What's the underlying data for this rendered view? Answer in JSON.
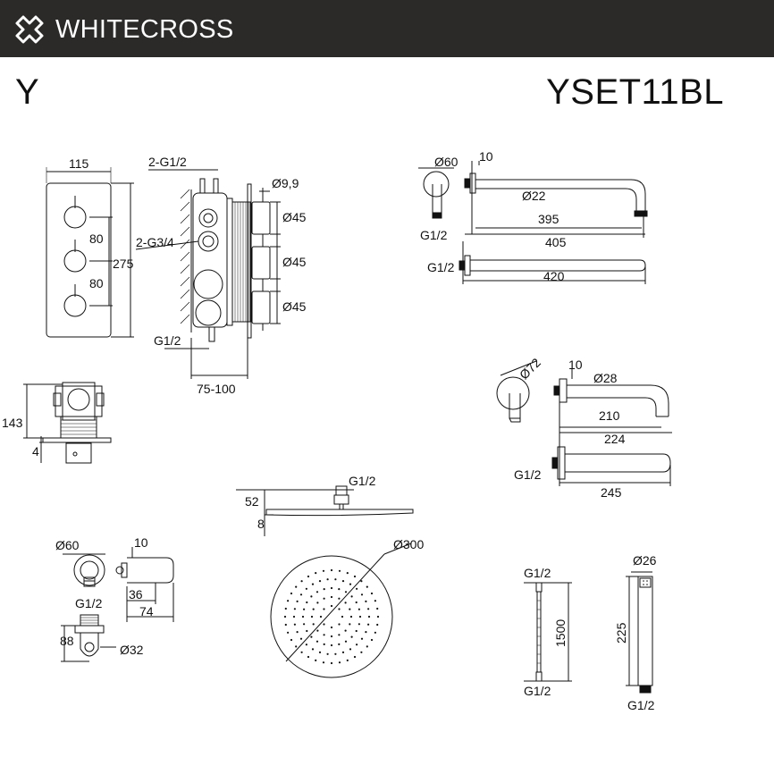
{
  "header": {
    "brand": "WHITECROSS",
    "logo_icon": "whitecross-logo-icon",
    "background": "#2b2a29"
  },
  "series_label": "Y",
  "model_code": "YSET11BL",
  "mixer": {
    "width": "115",
    "height": "275",
    "spacing_1": "80",
    "spacing_2": "80",
    "outlets": "2-G1/2",
    "inlets": "2-G3/4",
    "bottom_connection": "G1/2",
    "handle_diam": "Ø9,9",
    "knob_1": "Ø45",
    "knob_2": "Ø45",
    "knob_3": "Ø45",
    "wall_depth": "75-100",
    "side_height": "143",
    "plate": "4"
  },
  "shower_arm": {
    "flange": "Ø60",
    "flange_depth": "10",
    "tube": "Ø22",
    "reach_1": "395",
    "reach_2": "405",
    "connection_1": "G1/2",
    "connection_2": "G1/2",
    "total": "420"
  },
  "spout": {
    "flange": "Ø72",
    "flange_depth": "10",
    "tube": "Ø28",
    "reach_1": "210",
    "reach_2": "224",
    "connection": "G1/2",
    "total": "245"
  },
  "outlet_holder": {
    "flange": "Ø60",
    "depth": "10",
    "connection_1": "G1/2",
    "size_1": "36",
    "size_2": "74",
    "height": "88",
    "diam": "Ø32"
  },
  "head_shower": {
    "connection": "G1/2",
    "height": "52",
    "thickness": "8",
    "diameter": "Ø300"
  },
  "hose": {
    "connection_top": "G1/2",
    "length": "1500",
    "connection_bottom": "G1/2"
  },
  "hand_shower": {
    "diameter": "Ø26",
    "length": "225",
    "connection": "G1/2"
  }
}
